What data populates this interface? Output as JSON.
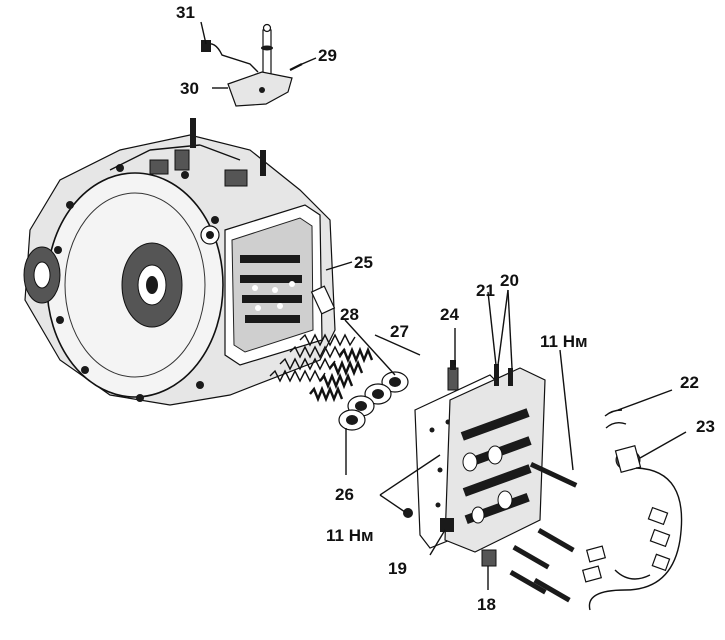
{
  "callouts": {
    "c18": "18",
    "c19": "19",
    "c20": "20",
    "c21": "21",
    "c22": "22",
    "c23": "23",
    "c24": "24",
    "c25": "25",
    "c26": "26",
    "c27": "27",
    "c28": "28",
    "c29": "29",
    "c30": "30",
    "c31": "31",
    "torque_upper": "11 Нм",
    "torque_lower": "11 Нм"
  }
}
